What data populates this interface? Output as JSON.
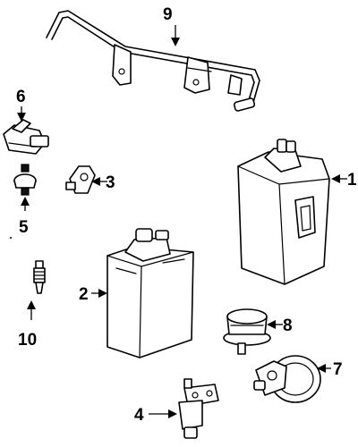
{
  "callouts": [
    {
      "id": "1",
      "label": "1"
    },
    {
      "id": "2",
      "label": "2"
    },
    {
      "id": "3",
      "label": "3"
    },
    {
      "id": "4",
      "label": "4"
    },
    {
      "id": "5",
      "label": "5"
    },
    {
      "id": "6",
      "label": "6"
    },
    {
      "id": "7",
      "label": "7"
    },
    {
      "id": "8",
      "label": "8"
    },
    {
      "id": "9",
      "label": "9"
    },
    {
      "id": "10",
      "label": "10"
    }
  ],
  "parts": {
    "vapor_pipe_assembly": {
      "callout": "9"
    },
    "canister_large": {
      "callout": "1"
    },
    "canister_small": {
      "callout": "2"
    },
    "sensor_upper": {
      "callout": "6"
    },
    "sensor_clip": {
      "callout": "3"
    },
    "check_valve": {
      "callout": "5"
    },
    "spark_plug_like_sensor": {
      "callout": "10"
    },
    "control_valve": {
      "callout": "8"
    },
    "vacuum_valve": {
      "callout": "7"
    },
    "bracket_sensor": {
      "callout": "4"
    }
  }
}
